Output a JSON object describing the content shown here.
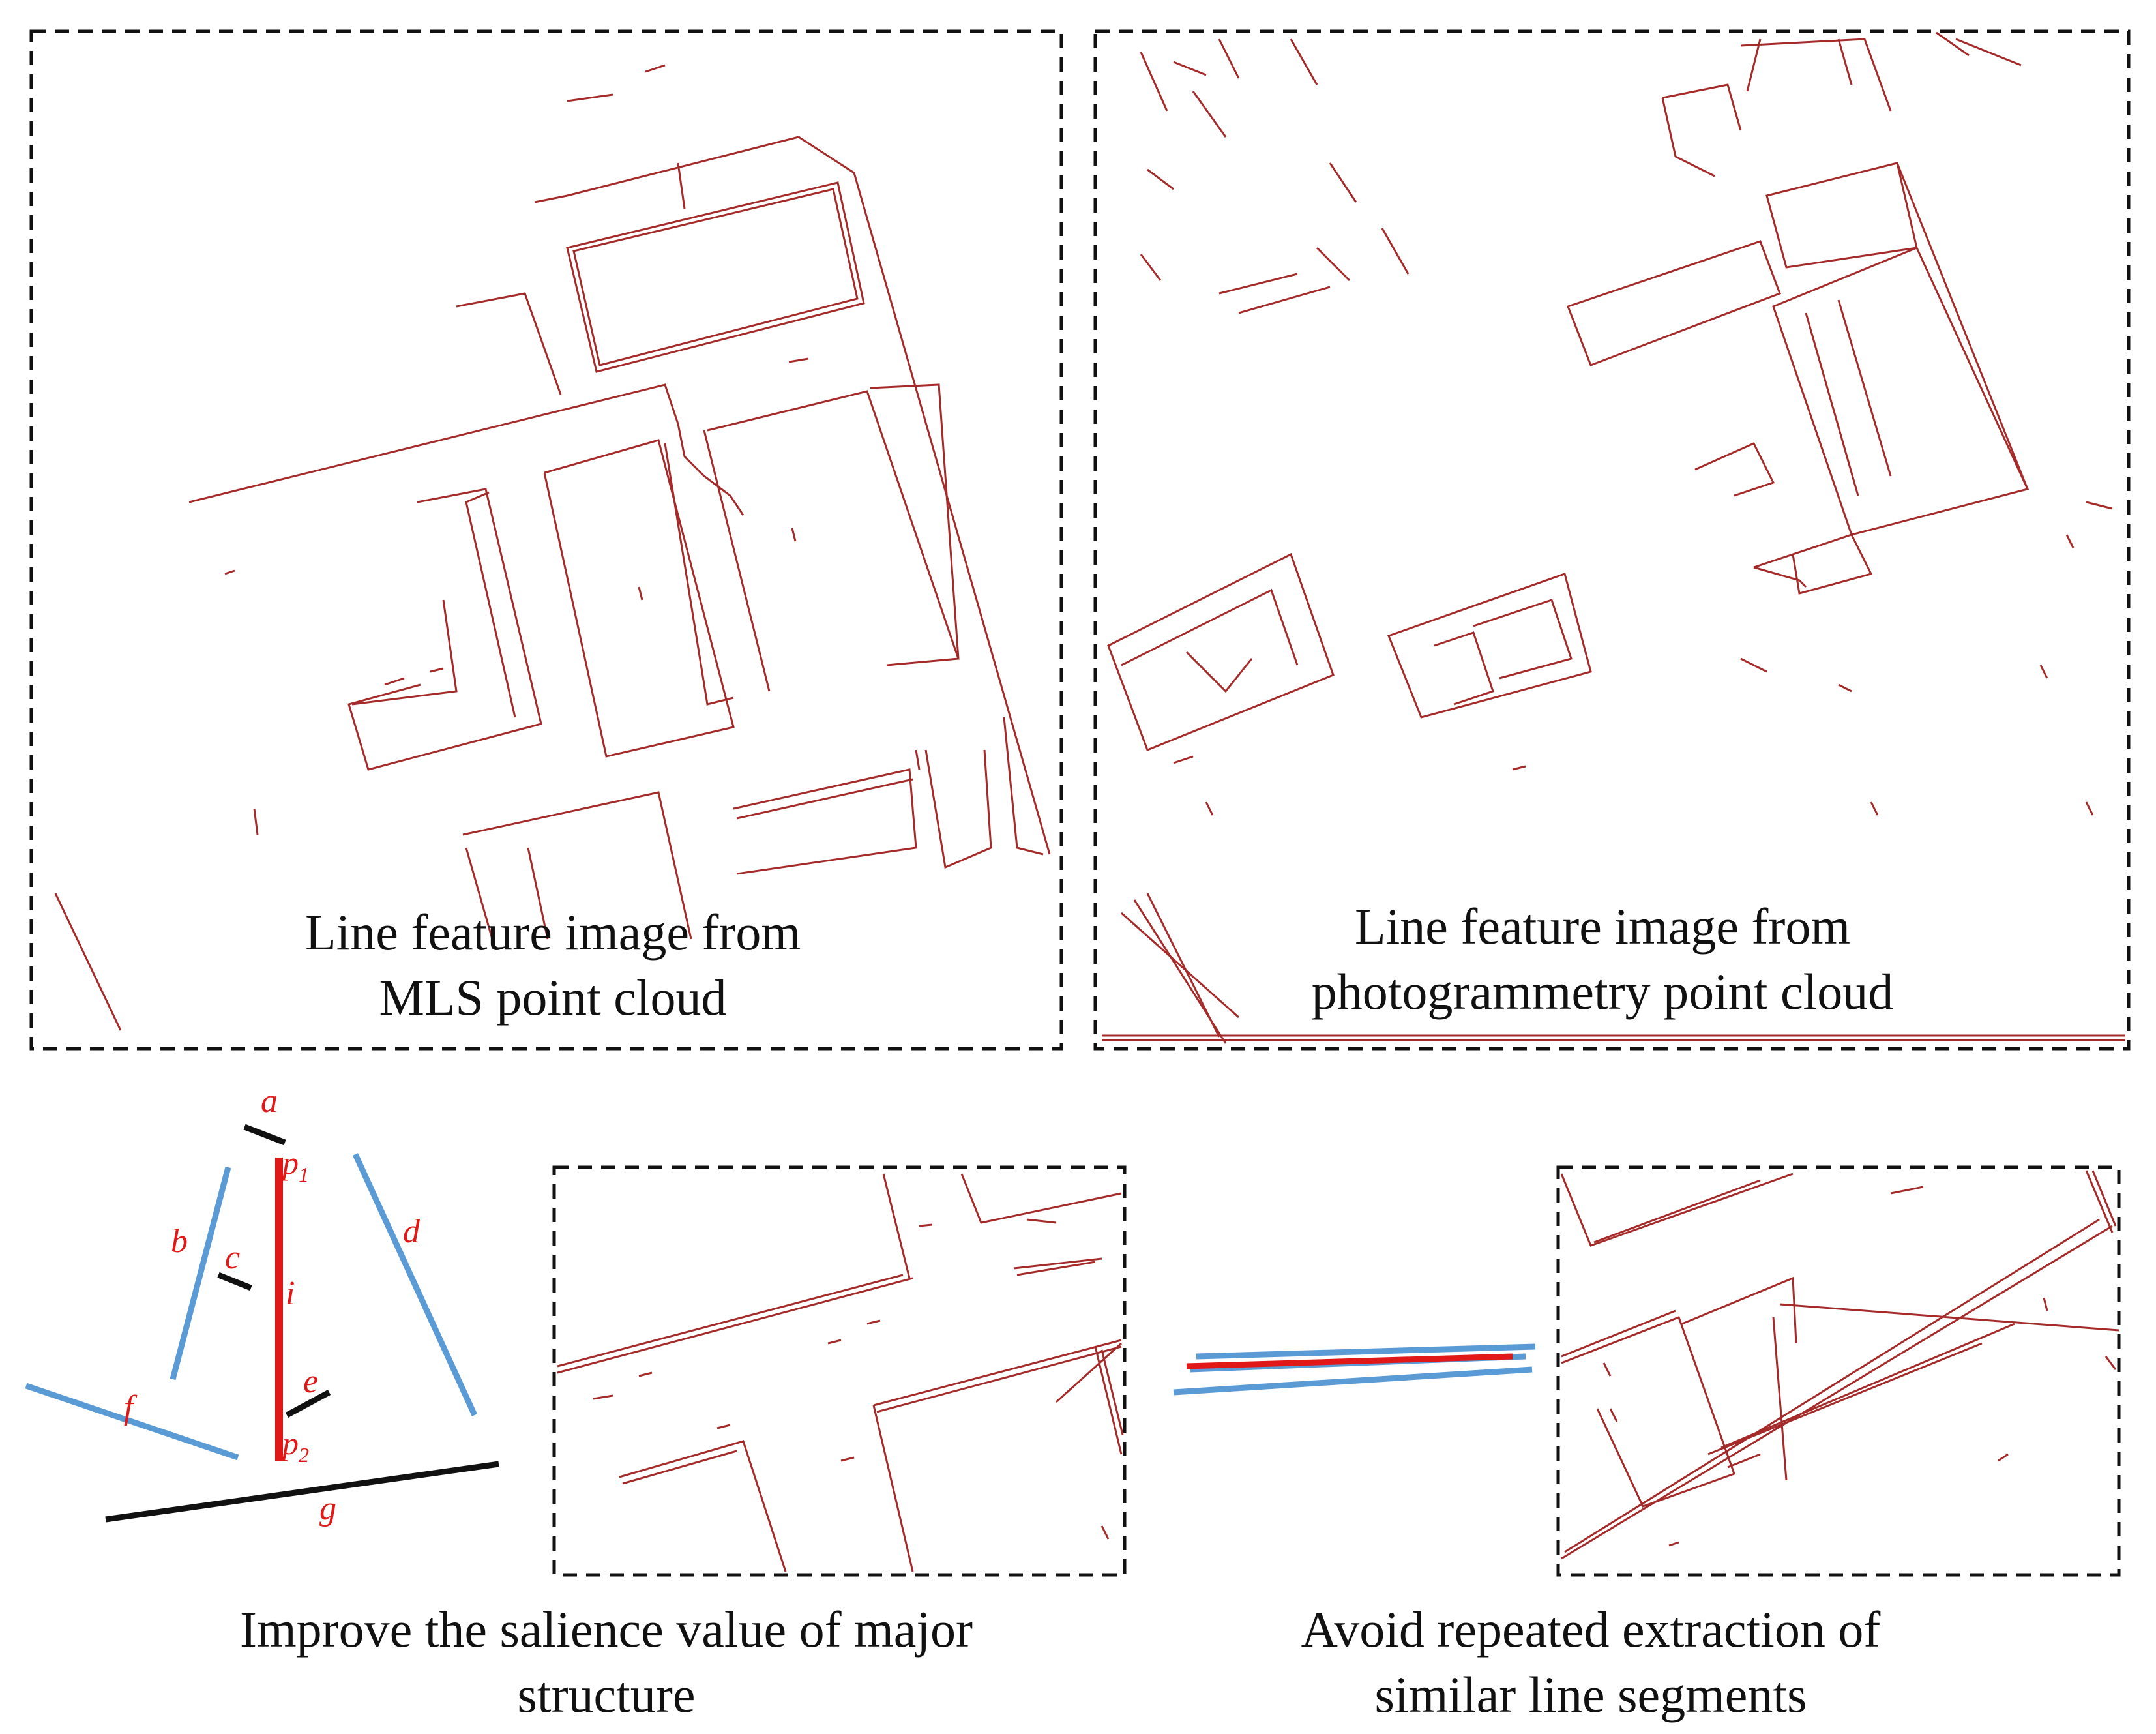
{
  "panels": {
    "mls": {
      "caption_line1": "Line feature image from",
      "caption_line2": "MLS point cloud"
    },
    "photogrammetry": {
      "caption_line1": "Line feature image from",
      "caption_line2": "photogrammetry point cloud"
    }
  },
  "bottom": {
    "left_caption_line1": "Improve the salience value of major",
    "left_caption_line2": "structure",
    "right_caption_line1": "Avoid repeated extraction of",
    "right_caption_line2": "similar line segments"
  },
  "schematic": {
    "labels": [
      "a",
      "b",
      "c",
      "d",
      "e",
      "f",
      "g",
      "i"
    ],
    "endpoint_1": "p",
    "endpoint_1_sub": "1",
    "endpoint_2": "p",
    "endpoint_2_sub": "2"
  },
  "colors": {
    "line_feature": "#a52a2a",
    "highlight_red": "#e01818",
    "similar_blue": "#5b9bd5",
    "neutral_black": "#111111",
    "frame": "#111111"
  }
}
